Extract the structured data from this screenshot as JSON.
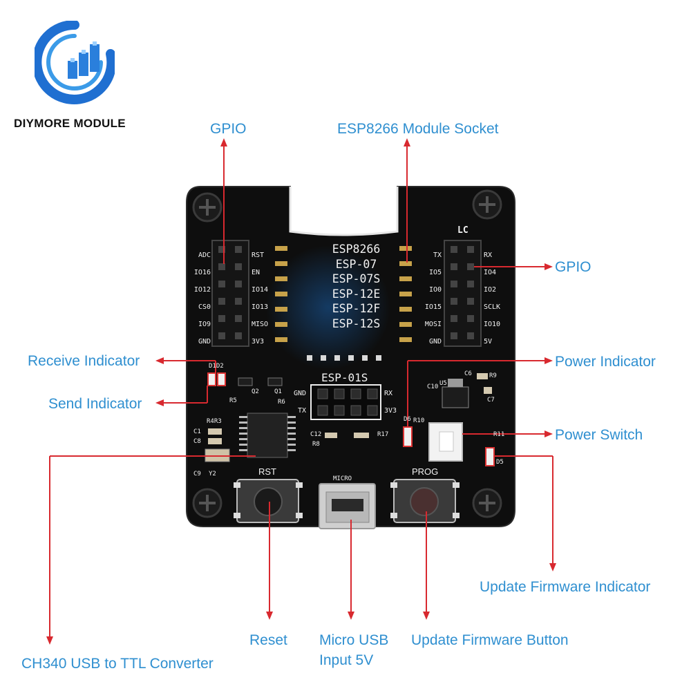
{
  "brand": {
    "name": "DIYMORE MODULE"
  },
  "callouts": {
    "gpio_top": "GPIO",
    "module_socket": "ESP8266 Module Socket",
    "gpio_right": "GPIO",
    "receive_indicator": "Receive Indicator",
    "power_indicator": "Power Indicator",
    "send_indicator": "Send Indicator",
    "power_switch": "Power Switch",
    "update_firmware_indicator": "Update Firmware Indicator",
    "reset": "Reset",
    "micro_usb_line1": "Micro USB",
    "micro_usb_line2": "Input 5V",
    "update_firmware_button": "Update Firmware Button",
    "ch340": "CH340 USB to TTL Converter"
  },
  "board": {
    "maker_mark": "LC",
    "module_names": [
      "ESP8266",
      "ESP-07",
      "ESP-07S",
      "ESP-12E",
      "ESP-12F",
      "ESP-12S"
    ],
    "esp01_label": "ESP-01S",
    "left_header_outer": [
      "ADC",
      "IO16",
      "IO12",
      "CS0",
      "IO9",
      "GND"
    ],
    "left_header_inner": [
      "RST",
      "EN",
      "IO14",
      "IO13",
      "MISO",
      "3V3"
    ],
    "right_header_inner": [
      "TX",
      "IO5",
      "IO0",
      "IO15",
      "MOSI",
      "GND"
    ],
    "right_header_outer": [
      "RX",
      "IO4",
      "IO2",
      "SCLK",
      "IO10",
      "5V"
    ],
    "esp01_pins": {
      "left_top": "GND",
      "left_bottom": "TX",
      "right_top": "RX",
      "right_bottom": "3V3"
    },
    "button_labels": {
      "reset": "RST",
      "usb": "MICRO",
      "prog": "PROG"
    },
    "silkscreen": {
      "d1d2": "D1D2",
      "r4r3": "R4R3",
      "q2": "Q2",
      "q1": "Q1",
      "r5": "R5",
      "r6": "R6",
      "c1": "C1",
      "c8": "C8",
      "c9": "C9",
      "y2": "Y2",
      "c12": "C12",
      "r8": "R8",
      "r17": "R17",
      "c6": "C6",
      "r9": "R9",
      "c10": "C10",
      "u5": "U5",
      "c7": "C7",
      "d6": "D6",
      "r10": "R10",
      "r11": "R11",
      "d5": "D5"
    }
  }
}
